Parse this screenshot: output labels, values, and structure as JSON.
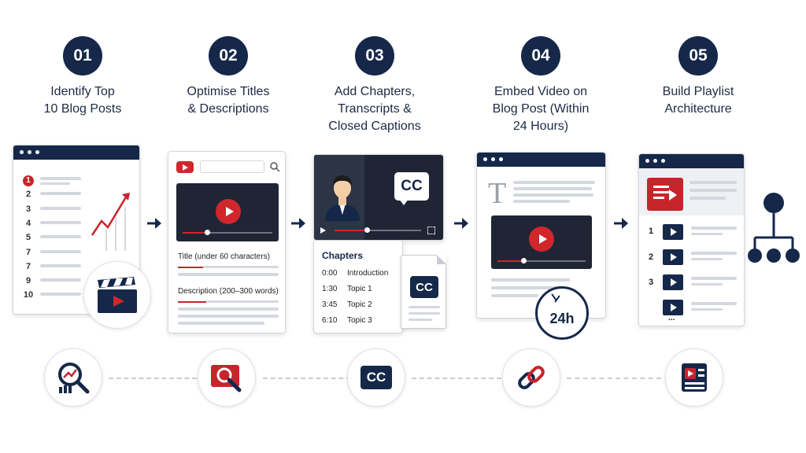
{
  "steps": [
    {
      "number": "01",
      "title": "Identify Top\n10 Blog Posts"
    },
    {
      "number": "02",
      "title": "Optimise Titles\n& Descriptions"
    },
    {
      "number": "03",
      "title": "Add Chapters,\nTranscripts &\nClosed Captions"
    },
    {
      "number": "04",
      "title": "Embed Video on\nBlog Post (Within\n24 Hours)"
    },
    {
      "number": "05",
      "title": "Build Playlist\nArchitecture"
    }
  ],
  "card1": {
    "ranks": [
      "1",
      "2",
      "3",
      "4",
      "5",
      "7",
      "7",
      "9",
      "10"
    ]
  },
  "card2": {
    "title_label": "Title (under 60 characters)",
    "desc_label": "Description (200–300 words)"
  },
  "card3": {
    "cc_label": "CC",
    "chapters_heading": "Chapters",
    "chapters": [
      {
        "time": "0:00",
        "name": "Introduction"
      },
      {
        "time": "1:30",
        "name": "Topic 1"
      },
      {
        "time": "3:45",
        "name": "Topic 2"
      },
      {
        "time": "6:10",
        "name": "Topic 3"
      }
    ],
    "doc_cc_label": "CC"
  },
  "card4": {
    "text_glyph": "T",
    "timer_label": "24h"
  },
  "card5": {
    "numbers": [
      "1",
      "2",
      "3"
    ],
    "ellipsis": "..."
  },
  "bottom_icons": [
    "analytics-search-icon",
    "seo-search-icon",
    "closed-captions-icon",
    "link-icon",
    "playlist-icon"
  ],
  "bottom_cc_label": "CC",
  "colors": {
    "navy": "#15284a",
    "red": "#c8242b",
    "gray": "#d4d8de"
  }
}
